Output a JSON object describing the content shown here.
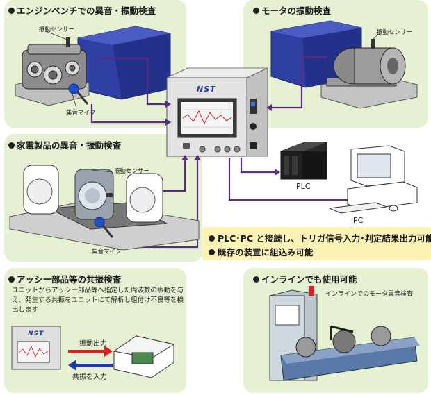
{
  "panels": {
    "engine": {
      "title": "エンジンベンチでの異音・振動検査",
      "sensor_label": "振動センサー",
      "mic_label": "集音マイク"
    },
    "motor": {
      "title": "モータの振動検査",
      "sensor_label": "振動センサー"
    },
    "appliance": {
      "title": "家電製品の異音・振動検査",
      "sensor_label": "振動センサー",
      "mic_label": "集音マイク"
    },
    "assy": {
      "title": "アッシー部品等の共振検査",
      "description": "ユニットからアッシー部品等へ指定した周波数の振動を与え、発生する共振をユニットにて解析し組付け不良等を検出します",
      "output_label": "振動出力",
      "input_label": "共振を入力"
    },
    "inline": {
      "title": "インラインでも使用可能",
      "caption": "インラインでのモータ異音検査"
    }
  },
  "device": {
    "logo": "NST"
  },
  "connections": {
    "plc_label": "PLC",
    "pc_label": "PC"
  },
  "notes": [
    "PLC･PC と接続し、トリガ信号入力･判定結果出力可能",
    "既存の装置に組込み可能"
  ],
  "colors": {
    "panel_bg": "#e6f0d3",
    "connector": "#5b2a86",
    "box_blue": "#2f3fa3",
    "note_bg": "#fdf3b6",
    "arrow_red": "#e02020",
    "arrow_blue": "#1e3aa8"
  }
}
